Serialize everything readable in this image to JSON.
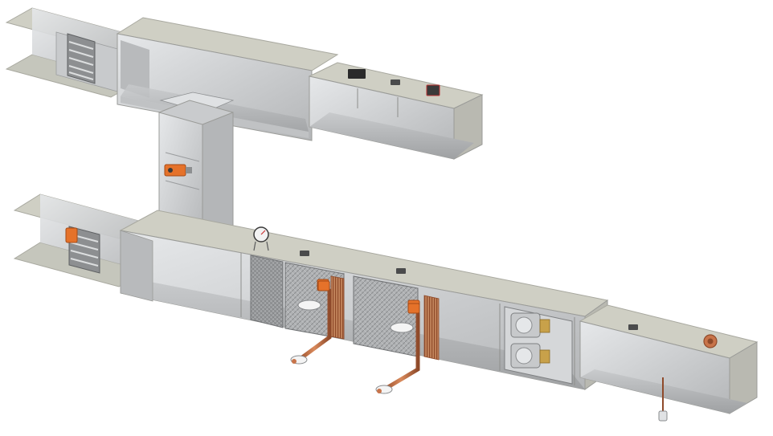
{
  "diagram": {
    "kind": "isometric HVAC air handling unit cutaway",
    "colors": {
      "background": "#ffffff",
      "duct_top": "#cfcfc4",
      "duct_side": "#b9b9b1",
      "duct_interior": "#d9dbdd",
      "duct_interior_dark": "#a9abad",
      "panel_edge": "#8e8f8c",
      "copper": "#c8744a",
      "copper_dark": "#8f4a2a",
      "actuator_orange": "#e5722a",
      "fan": "#c7c9cb",
      "sensor_black": "#2a2a2a",
      "filter": "#9a9c9e"
    },
    "components": [
      {
        "name": "return-air-duct"
      },
      {
        "name": "exhaust-damper"
      },
      {
        "name": "mixing-plenum-upper"
      },
      {
        "name": "supply-air-duct-upper"
      },
      {
        "name": "vertical-connection-duct"
      },
      {
        "name": "mixing-damper-actuator"
      },
      {
        "name": "outdoor-air-duct"
      },
      {
        "name": "outdoor-air-damper"
      },
      {
        "name": "filter-section"
      },
      {
        "name": "heating-coil"
      },
      {
        "name": "cooling-coil"
      },
      {
        "name": "fan-section"
      },
      {
        "name": "supply-air-duct-lower"
      },
      {
        "name": "differential-pressure-gauge"
      },
      {
        "name": "temperature-sensors"
      },
      {
        "name": "valve-actuators"
      }
    ]
  }
}
